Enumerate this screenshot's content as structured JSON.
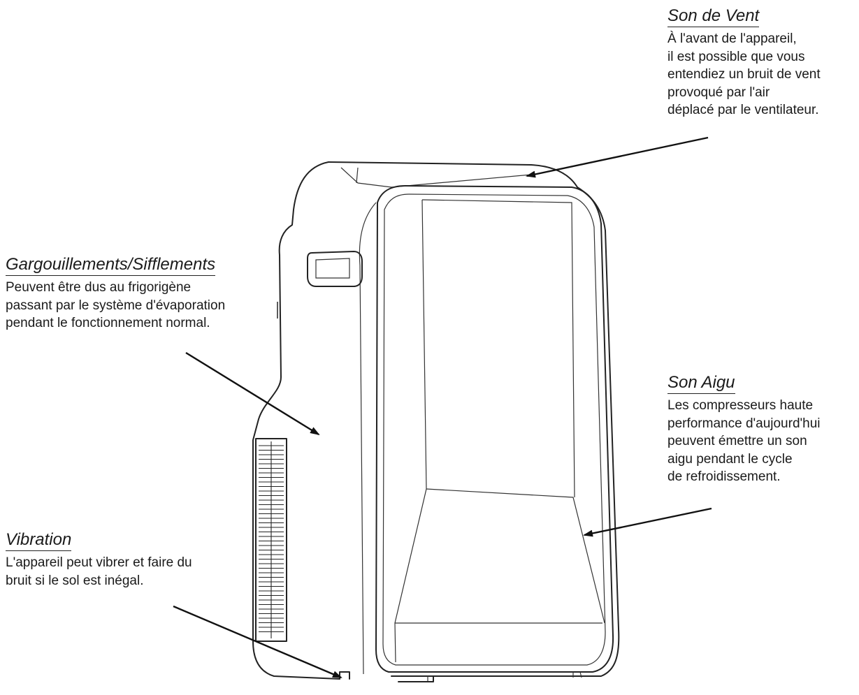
{
  "callouts": {
    "vent": {
      "title": "Son de Vent",
      "lines": [
        "À l'avant de l'appareil,",
        "il est possible que vous",
        "entendiez un bruit de vent",
        "provoqué par l'air",
        "déplacé par le ventilateur."
      ]
    },
    "gargouillements": {
      "title": "Gargouillements/Sifflements",
      "lines": [
        "Peuvent être dus au frigorigène",
        "passant par le système d'évaporation",
        "pendant le fonctionnement normal."
      ]
    },
    "aigu": {
      "title": "Son Aigu",
      "lines": [
        "Les compresseurs haute",
        "performance d'aujourd'hui",
        "peuvent émettre un son",
        "aigu pendant le cycle",
        "de refroidissement."
      ]
    },
    "vibration": {
      "title": "Vibration",
      "lines": [
        "L'appareil peut vibrer et faire du",
        "bruit si le sol est inégal."
      ]
    }
  }
}
